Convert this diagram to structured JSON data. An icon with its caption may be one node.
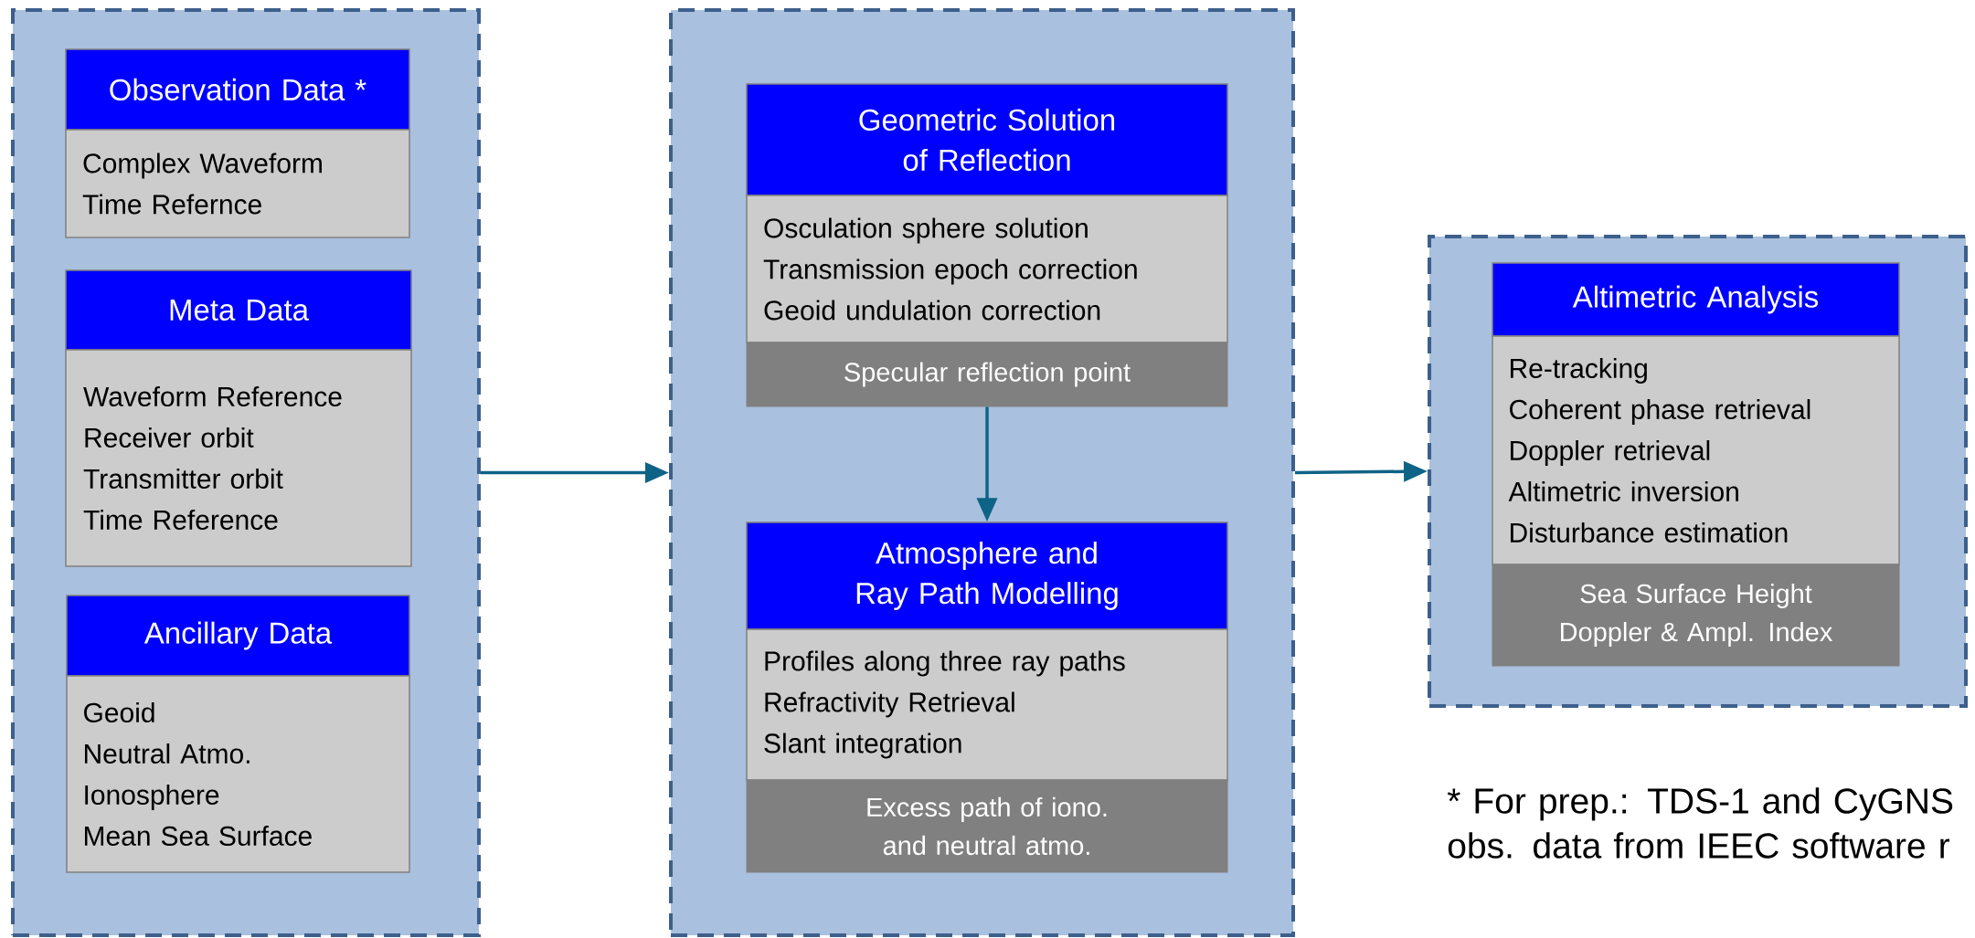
{
  "diagram": {
    "nodes": [
      {
        "text": [],
        "shape": "box"
      },
      {
        "text": [
          "Observation Data *"
        ],
        "in": 0
      },
      {
        "text": [
          "Complex Waveform",
          "Time Refernce"
        ],
        "in": 0
      },
      {
        "text": [
          "Meta Data"
        ],
        "in": 0
      },
      {
        "text": [
          "Waveform Reference",
          "Receiver orbit",
          "Transmitter orbit",
          "Time Reference"
        ],
        "in": 0
      },
      {
        "text": [
          "Ancillary Data"
        ],
        "in": 0
      },
      {
        "text": [
          "Geoid",
          "Neutral Atmo.",
          "Ionosphere",
          "Mean Sea Surface"
        ],
        "in": 0
      },
      {
        "text": [],
        "shape": "box"
      },
      {
        "text": [
          "Geometric Solution of Reflection"
        ],
        "in": 7
      },
      {
        "text": [
          "Osculation sphere solution",
          "Transmission epoch correction",
          "Geoid undulation correction"
        ],
        "in": 7
      },
      {
        "text": [
          "Specular reflection point"
        ],
        "in": 7
      },
      {
        "text": [
          "Atmosphere and Ray Path Modelling"
        ],
        "in": 7
      },
      {
        "text": [
          "Profiles along three ray paths",
          "Refractivity Retrieval",
          "Slant integration"
        ],
        "in": 7
      },
      {
        "text": [
          "Excess path of iono. and neutral atmo."
        ],
        "in": 7
      },
      {
        "text": [],
        "shape": "box"
      },
      {
        "text": [
          "Altimetric Analysis"
        ],
        "in": 14
      },
      {
        "text": [
          "Re-tracking",
          "Coherent phase retrieval",
          "Doppler retrieval",
          "Altimetric inversion",
          "Disturbance estimation"
        ],
        "in": 14
      },
      {
        "text": [
          "Sea Surface Height",
          "Doppler & Ampl. Index"
        ],
        "in": 14
      }
    ],
    "edges": [
      {
        "from": 0,
        "to": 7,
        "arrow": "to"
      },
      {
        "from": 10,
        "to": 11,
        "arrow": "to"
      },
      {
        "from": 7,
        "to": 14,
        "arrow": "to"
      }
    ],
    "labels": [
      "* For prep.: TDS-1 and CyGNS obs. data from IEEC software r"
    ]
  }
}
